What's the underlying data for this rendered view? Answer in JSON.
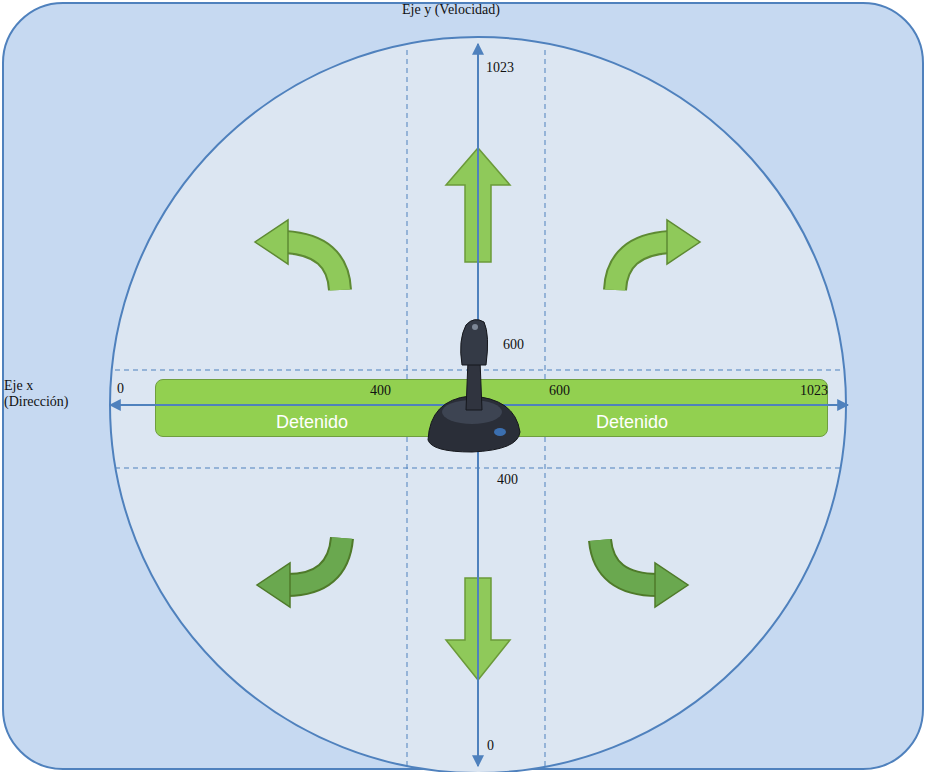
{
  "diagram": {
    "nodes": [
      {
        "text": [
          "Detenido",
          "Detenido"
        ]
      }
    ],
    "labels": [
      "Eje y (Velocidad)",
      "1023",
      "600",
      "Eje x (Dirección)",
      "0",
      "400",
      "600",
      "1023",
      "400",
      "0"
    ]
  }
}
